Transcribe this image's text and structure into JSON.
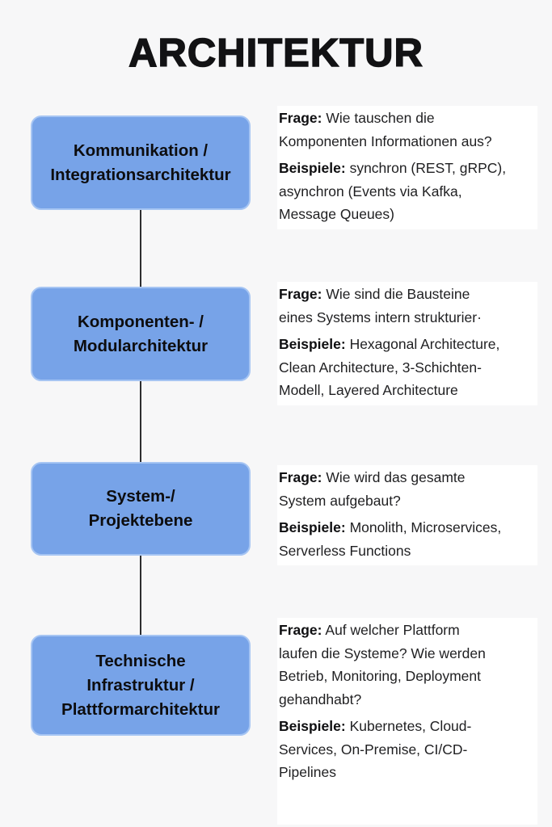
{
  "title": "ARCHITEKTUR",
  "colors": {
    "background": "#f7f7f8",
    "box_fill": "#77a3e8",
    "box_border": "#a6c5f3",
    "box_text": "#0d0d0f",
    "connector": "#2d2d2f",
    "body_text": "#1f1f21"
  },
  "sections": [
    {
      "box_label": "Kommunikation /\nIntegrationsarchitektur",
      "frage_label": "Frage:",
      "frage_text": "Wie tauschen die\nKomponenten Informationen aus?",
      "beispiele_label": "Beispiele:",
      "beispiele_text": "synchron (REST, gRPC),\nasynchron (Events via Kafka,\nMessage Queues)"
    },
    {
      "box_label": "Komponenten- /\nModularchitektur",
      "frage_label": "Frage:",
      "frage_text": "Wie sind die Bausteine\neines Systems intern strukturier·",
      "beispiele_label": "Beispiele:",
      "beispiele_text": "Hexagonal Architecture,\nClean Architecture, 3-Schichten-\nModell, Layered Architecture"
    },
    {
      "box_label": "System-/\nProjektebene",
      "frage_label": "Frage:",
      "frage_text": "Wie wird das gesamte\nSystem aufgebaut?",
      "beispiele_label": "Beispiele:",
      "beispiele_text": "Monolith, Microservices,\nServerless Functions"
    },
    {
      "box_label": "Technische\nInfrastruktur /\nPlattformarchitektur",
      "frage_label": "Frage:",
      "frage_text": "Auf welcher Plattform\nlaufen die Systeme? Wie werden\nBetrieb, Monitoring, Deployment\ngehandhabt?",
      "beispiele_label": "Beispiele:",
      "beispiele_text": "Kubernetes, Cloud-\nServices, On-Premise, CI/CD-\nPipelines"
    }
  ]
}
